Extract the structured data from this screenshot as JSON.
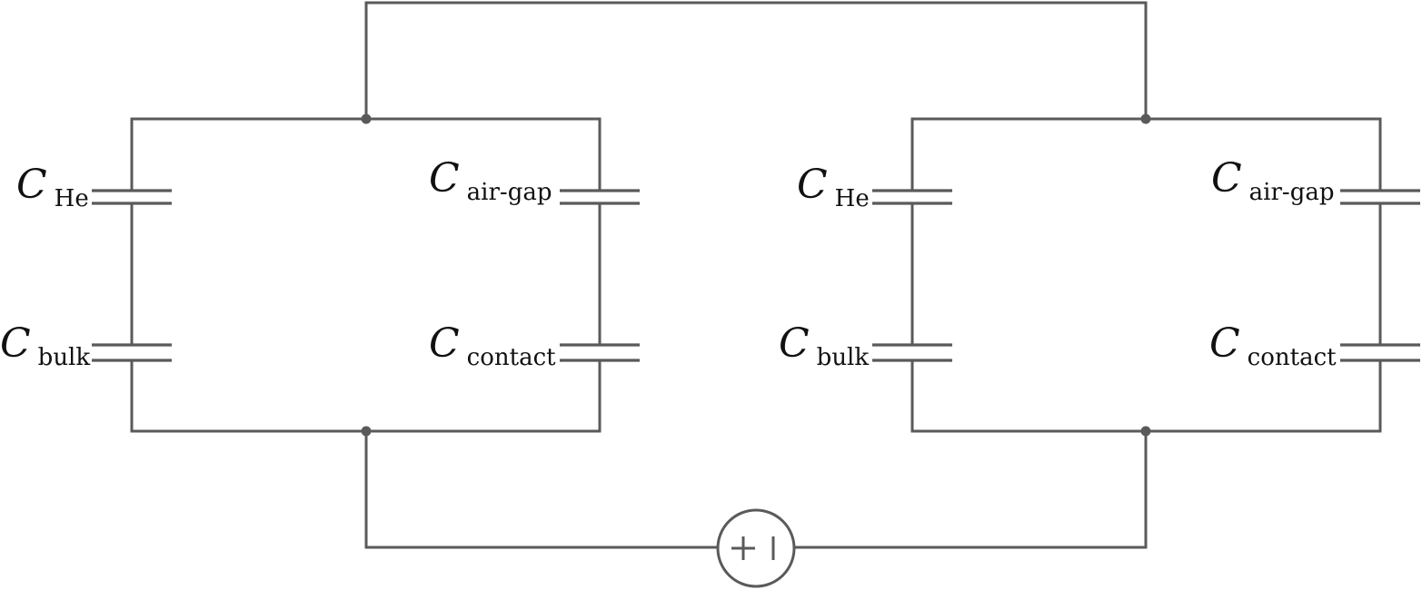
{
  "circuit": {
    "wire_color": "#5a5a5a",
    "text_color": "#111111",
    "left_network": {
      "he": {
        "symbol": "C",
        "subscript": "He"
      },
      "bulk": {
        "symbol": "C",
        "subscript": "bulk"
      },
      "air_gap": {
        "symbol": "C",
        "subscript": "air-gap"
      },
      "contact": {
        "symbol": "C",
        "subscript": "contact"
      }
    },
    "right_network": {
      "he": {
        "symbol": "C",
        "subscript": "He"
      },
      "bulk": {
        "symbol": "C",
        "subscript": "bulk"
      },
      "air_gap": {
        "symbol": "C",
        "subscript": "air-gap"
      },
      "contact": {
        "symbol": "C",
        "subscript": "contact"
      }
    },
    "source": {
      "plus_sign": "+",
      "icon": "dc-voltage-source-icon"
    }
  }
}
